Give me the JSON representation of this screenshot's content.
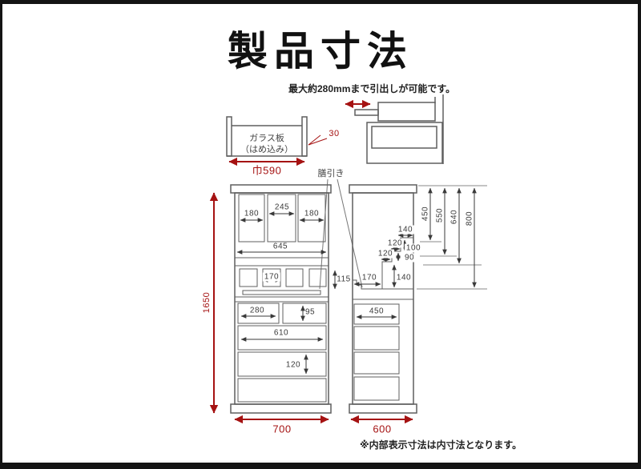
{
  "page": {
    "title": "製品寸法",
    "top_note": "最大約280mmまで引出しが可能です。",
    "bottom_note": "※内部表示寸法は内寸法となります。"
  },
  "colors": {
    "red": "#a51212",
    "line_gray": "#5f5f5f",
    "dim_dark": "#3a3a3a",
    "frame_black": "#141414"
  },
  "glass_detail": {
    "name": "ガラス板",
    "mount": "（はめ込み）",
    "thickness": "30",
    "width": "巾590"
  },
  "tray": {
    "label": "膳引き"
  },
  "front_view": {
    "overall_height": "1650",
    "overall_width": "700",
    "door_left_width": "180",
    "door_center_width": "245",
    "door_right_width": "180",
    "shelf_width": "645",
    "small_door_width": "170",
    "small_row_height": "115",
    "drawer_a_width": "280",
    "drawer_b_height": "95",
    "drawer_c_width": "610",
    "drawer_d_height": "120"
  },
  "side_view": {
    "overall_depth": "600",
    "drawer_depth": "450",
    "height_1": "450",
    "height_2": "550",
    "height_3": "640",
    "height_4": "800",
    "step_top_width": "140",
    "step_mid_width": "120",
    "step_mid_height": "100",
    "step_low_width": "120",
    "step_low_height": "90",
    "counter_depth": "170",
    "counter_height": "140"
  }
}
